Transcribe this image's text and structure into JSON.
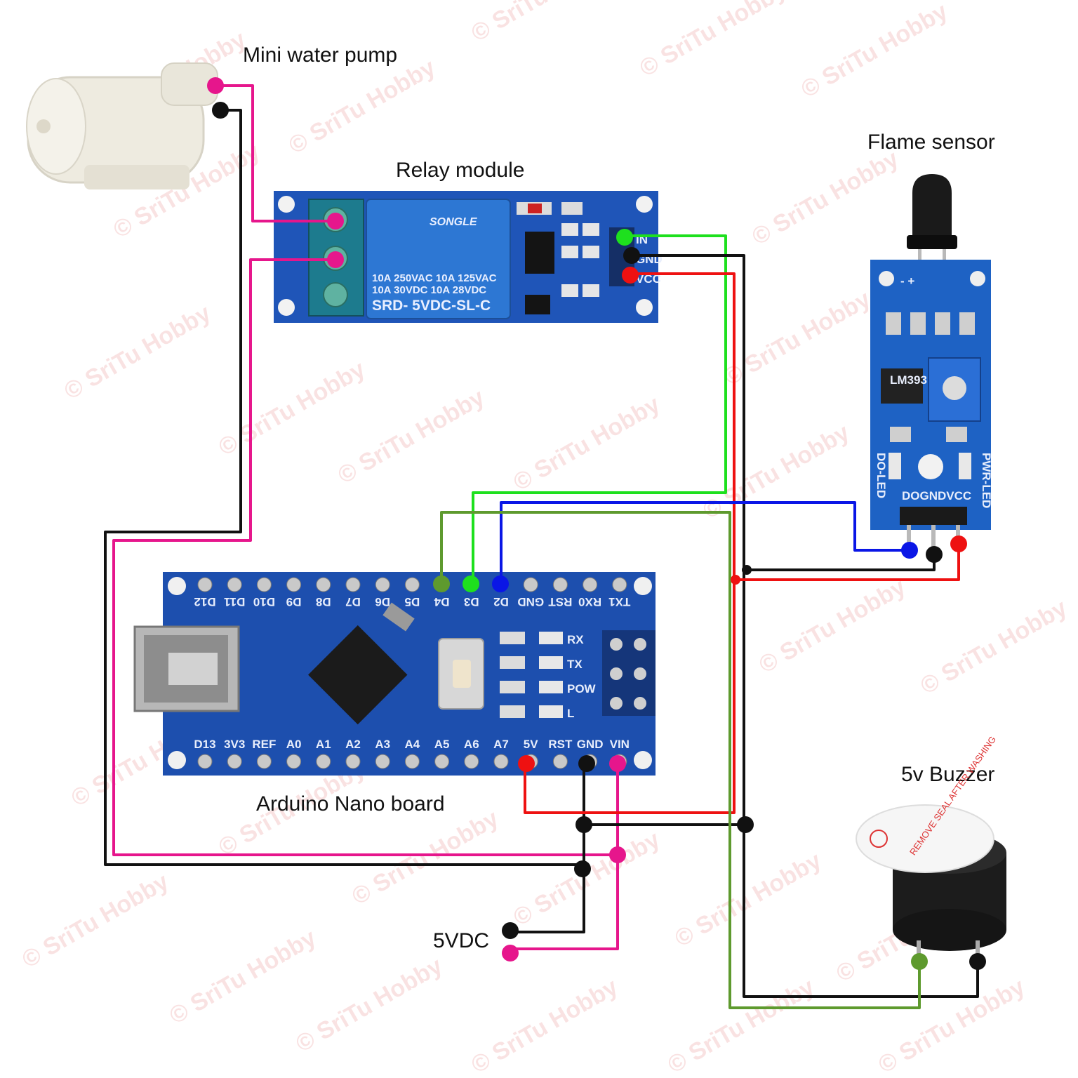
{
  "labels": {
    "pump": "Mini water pump",
    "relay": "Relay module",
    "flame": "Flame sensor",
    "nano": "Arduino Nano board",
    "buzzer": "5v Buzzer",
    "supply": "5VDC"
  },
  "watermark": "© SriTu Hobby",
  "relay_module": {
    "brand": "SONGLE",
    "rating_1": "10A 250VAC  10A 125VAC",
    "rating_2": "10A  30VDC  10A  28VDC",
    "model": "SRD- 5VDC-SL-C",
    "pins": [
      "IN",
      "GND",
      "VCC"
    ]
  },
  "flame_module": {
    "top_marks": "- +",
    "pins": "DOGNDVCC",
    "side_left": "DO-LED",
    "side_right": "PWR-LED",
    "chip": "LM393"
  },
  "nano": {
    "top_pins": [
      "D12",
      "D11",
      "D10",
      "D9",
      "D8",
      "D7",
      "D6",
      "D5",
      "D4",
      "D3",
      "D2",
      "GND",
      "RST",
      "RX0",
      "TX1"
    ],
    "bottom_pins": [
      "D13",
      "3V3",
      "REF",
      "A0",
      "A1",
      "A2",
      "A3",
      "A4",
      "A5",
      "A6",
      "A7",
      "5V",
      "RST",
      "GND",
      "VIN"
    ],
    "leds": [
      "RX",
      "TX",
      "POW",
      "L"
    ]
  },
  "buzzer": {
    "sticker": "REMOVE SEAL AFTER WASHING"
  },
  "wire_colors": {
    "pink": "#e6168c",
    "black": "#111111",
    "green": "#1ee01e",
    "red": "#ee1111",
    "blue": "#0a16e6",
    "olive": "#5e9a2e"
  },
  "board_color": "#1d4fae"
}
